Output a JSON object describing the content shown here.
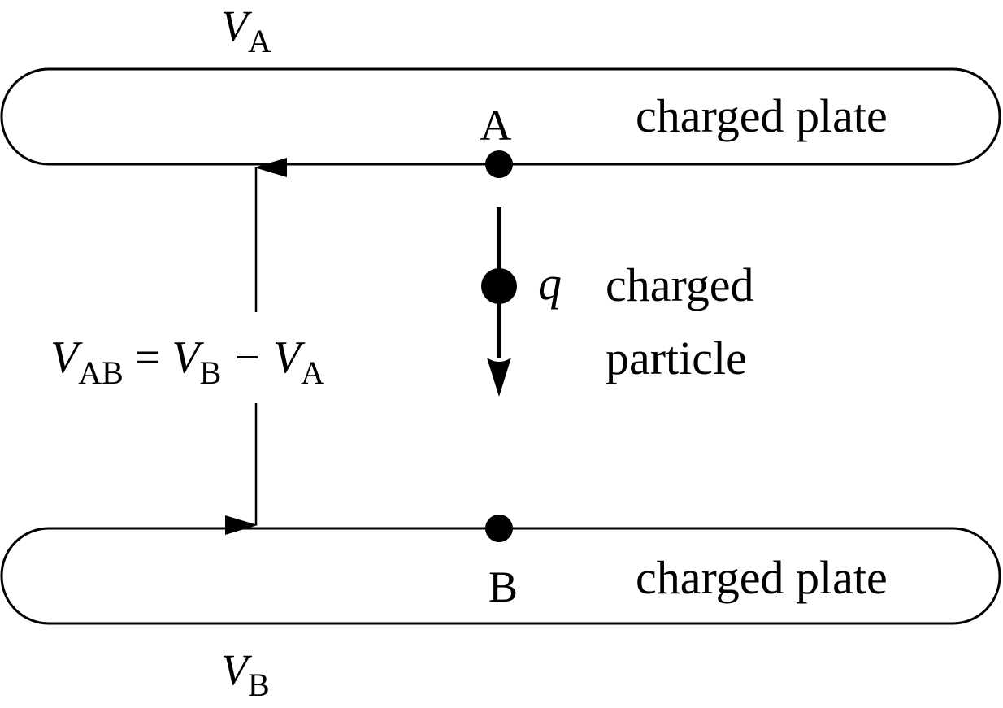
{
  "diagram": {
    "top_potential": {
      "symbol": "V",
      "subscript": "A"
    },
    "bottom_potential": {
      "symbol": "V",
      "subscript": "B"
    },
    "top_plate_label": "charged plate",
    "bottom_plate_label": "charged plate",
    "point_a_label": "A",
    "point_b_label": "B",
    "charge_symbol": "q",
    "particle_label_line1": "charged",
    "particle_label_line2": "particle",
    "equation": {
      "lhs_symbol": "V",
      "lhs_sub": "AB",
      "equals": "=",
      "t1_symbol": "V",
      "t1_sub": "B",
      "minus": "−",
      "t2_symbol": "V",
      "t2_sub": "A"
    }
  }
}
